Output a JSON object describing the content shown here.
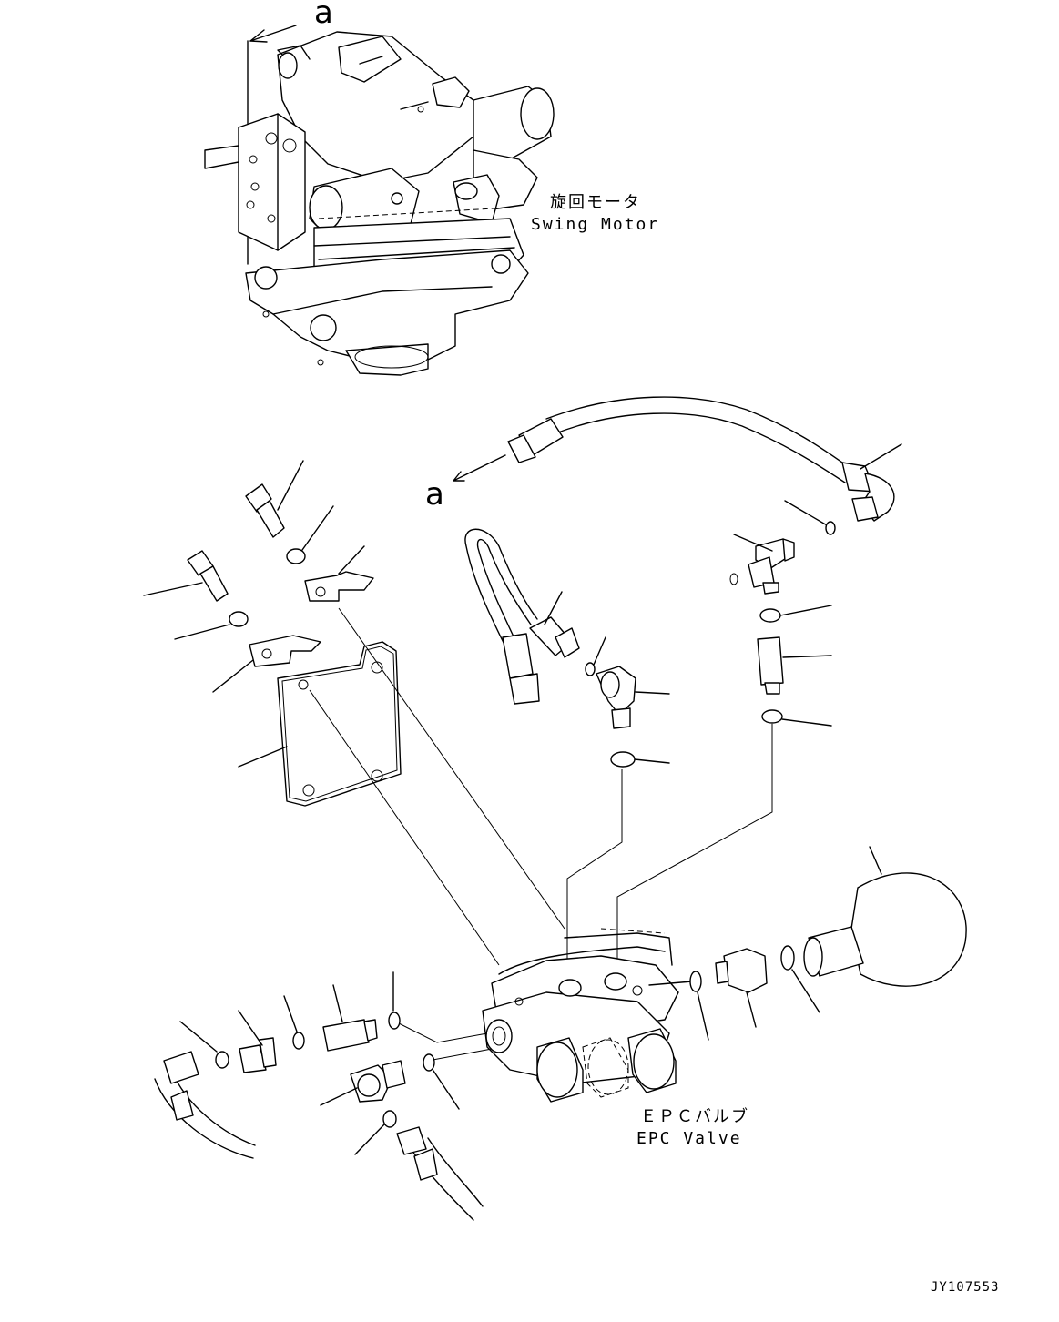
{
  "labels": {
    "swing_motor_jp": "旋回モータ",
    "swing_motor_en": "Swing Motor",
    "epc_valve_jp": "ＥＰＣバルブ",
    "epc_valve_en": "EPC Valve",
    "ref_a_top": "a",
    "ref_a_hose": "a",
    "drawing_code": "JY107553"
  }
}
